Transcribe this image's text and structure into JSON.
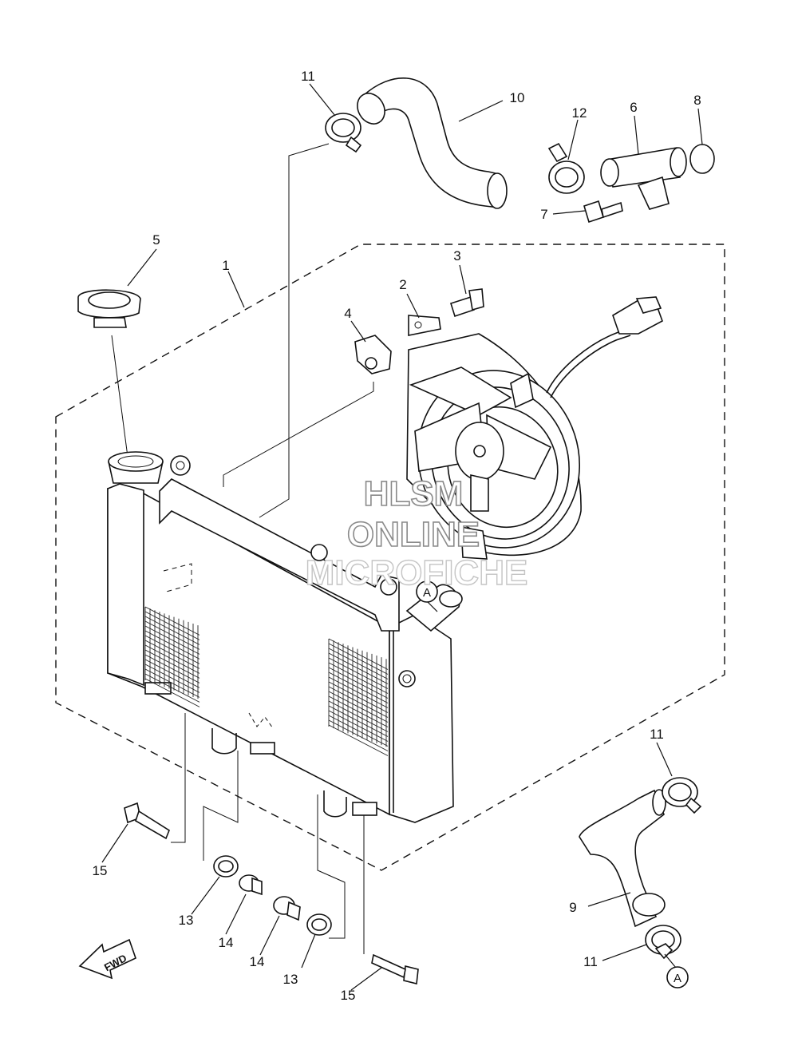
{
  "diagram": {
    "callouts": {
      "c1": "1",
      "c2": "2",
      "c3": "3",
      "c4": "4",
      "c5": "5",
      "c6": "6",
      "c7": "7",
      "c8": "8",
      "c9": "9",
      "c10": "10",
      "c11a": "11",
      "c11b": "11",
      "c11c": "11",
      "c12": "12",
      "c13a": "13",
      "c13b": "13",
      "c14a": "14",
      "c14b": "14",
      "c15a": "15",
      "c15b": "15"
    },
    "references": {
      "a1": "A",
      "a2": "A"
    },
    "direction_label": "FWD",
    "watermark": {
      "line1": "HLSM",
      "line2": "ONLINE",
      "line3": "MICROFICHE"
    }
  }
}
